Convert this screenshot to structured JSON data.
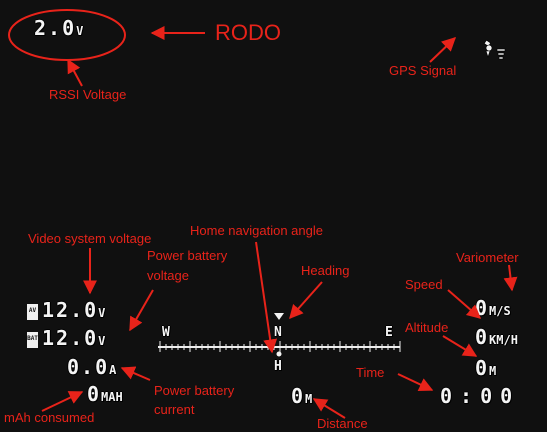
{
  "osd": {
    "rssi_voltage": "2.0",
    "rssi_unit": "V",
    "video_voltage": "12.0",
    "video_unit": "V",
    "video_battery_icon_text": "AV",
    "power_voltage": "12.0",
    "power_unit": "V",
    "power_battery_icon_text": "BAT",
    "current": "0.0",
    "current_unit": "A",
    "mah": "0",
    "mah_unit": "MAH",
    "speed": "0",
    "speed_unit": "M/S",
    "variometer": "0",
    "variometer_unit": "KM/H",
    "altitude": "0",
    "altitude_unit": "M",
    "distance": "0",
    "distance_unit": "M",
    "time": "0:00",
    "compass": {
      "west": "W",
      "north": "N",
      "east": "E",
      "home": "H"
    },
    "icons": {
      "gps": "satellite-icon",
      "home_marker": "home-marker-icon"
    }
  },
  "labels": {
    "rodo": "RODO",
    "gps_signal": "GPS Signal",
    "rssi_voltage": "RSSI Voltage",
    "video_system_voltage": "Video system voltage",
    "power_battery_voltage_1": "Power battery",
    "power_battery_voltage_2": "voltage",
    "home_navigation_angle": "Home navigation angle",
    "heading": "Heading",
    "variometer": "Variometer",
    "speed": "Speed",
    "altitude": "Altitude",
    "time": "Time",
    "power_battery_current_1": "Power battery",
    "power_battery_current_2": "current",
    "mah_consumed": "mAh consumed",
    "distance": "Distance"
  },
  "colors": {
    "annotation": "#e8231a",
    "osd_text": "#f4f4f4",
    "background": "#101010"
  }
}
